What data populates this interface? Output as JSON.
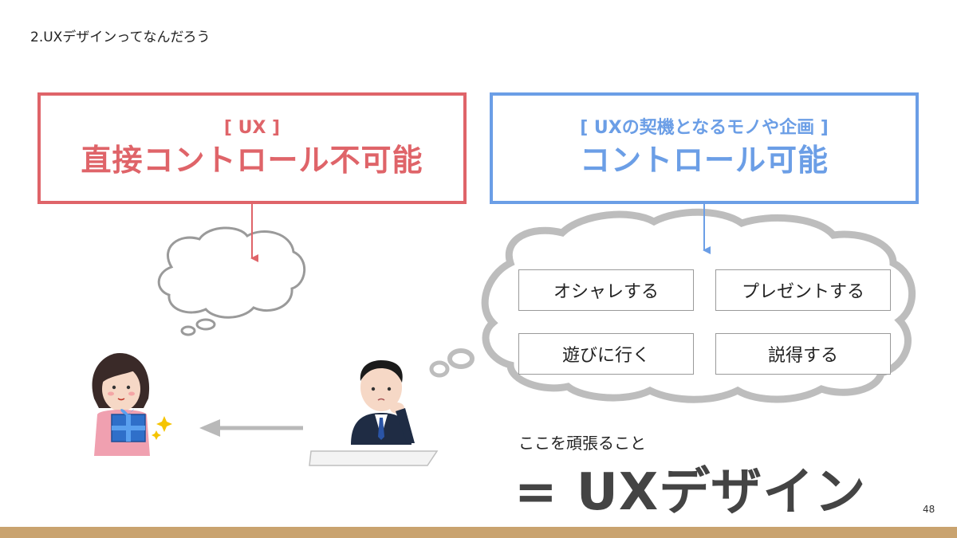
{
  "slide": {
    "section_title": "2.UXデザインってなんだろう",
    "page_number": "48"
  },
  "left_box": {
    "subtitle": "[ UX ]",
    "title": "直接コントロール不可能",
    "color": "#df6469"
  },
  "right_box": {
    "subtitle": "[ UXの契機となるモノや企画 ]",
    "title": "コントロール可能",
    "color": "#6b9ee6"
  },
  "options": [
    {
      "label": "オシャレする"
    },
    {
      "label": "プレゼントする"
    },
    {
      "label": "遊びに行く"
    },
    {
      "label": "説得する"
    }
  ],
  "conclusion": {
    "caption": "ここを頑張ること",
    "headline": "= UXデザイン"
  },
  "illustrations": {
    "woman": "woman-with-gift-icon",
    "man": "thinking-man-at-desk-icon"
  },
  "colors": {
    "accent_red": "#df6469",
    "accent_blue": "#6b9ee6",
    "bottom_bar": "#c9a36f"
  }
}
